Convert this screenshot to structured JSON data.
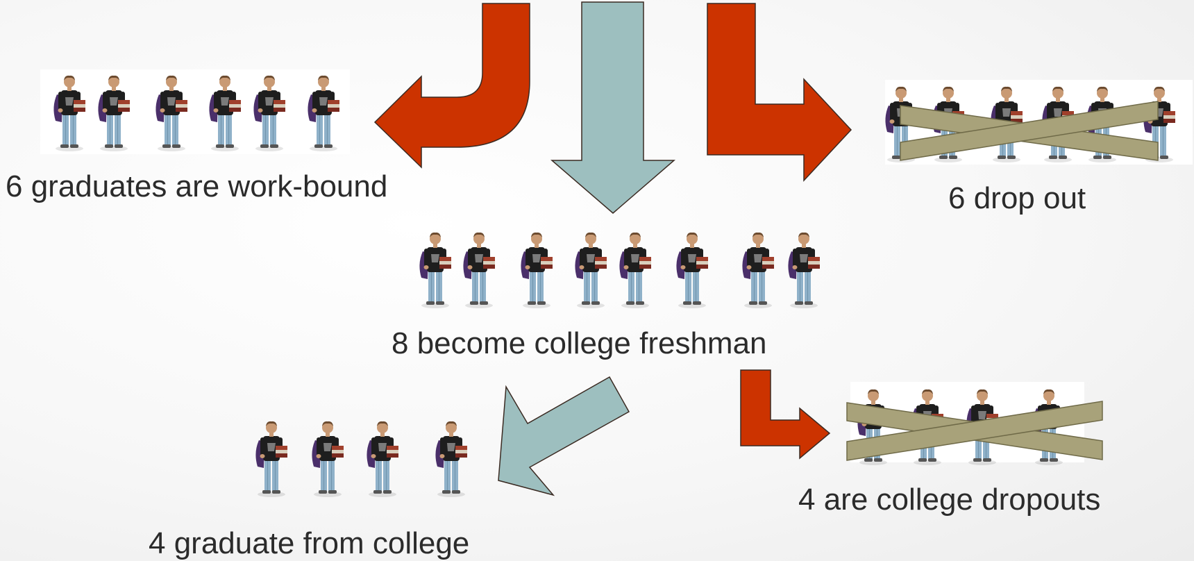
{
  "groups": {
    "work_bound": {
      "label": "6 graduates are work-bound",
      "count": 6
    },
    "high_school_dropouts": {
      "label": "6 drop out",
      "count": 6
    },
    "college_freshmen": {
      "label": "8 become college freshman",
      "count": 8
    },
    "college_graduates": {
      "label": "4 graduate from college",
      "count": 4
    },
    "college_dropouts": {
      "label": "4 are college dropouts",
      "count": 4
    }
  },
  "colors": {
    "red_arrow": "#cc3300",
    "teal_arrow": "#9dbfbf",
    "cross_out": "#a8a27a",
    "shirt": "#1e1e1e",
    "jeans": "#8fb1c9",
    "skin": "#c99a74",
    "backpack": "#4a2f6a",
    "books": "#a0402c"
  },
  "icons": {
    "student": "student-figure-icon",
    "cross": "cross-out-icon"
  }
}
